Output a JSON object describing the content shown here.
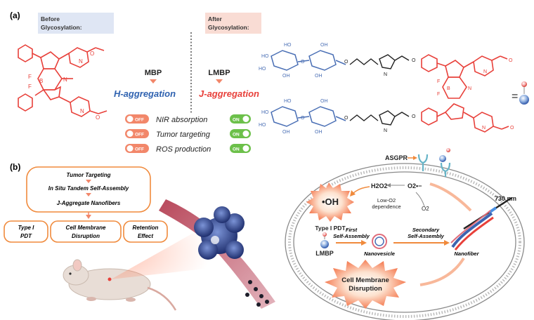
{
  "panel_a": {
    "label": "(a)",
    "before": "Before Glycosylation:",
    "before_line1": "Before",
    "before_line2": "Glycosylation:",
    "after_line1": "After",
    "after_line2": "Glycosylation:",
    "mbp": "MBP",
    "lmbp": "LMBP",
    "h_agg": "H-aggregation",
    "j_agg": "J-aggregation",
    "equals": "=",
    "atoms": {
      "f1": "F",
      "f2": "F",
      "b": "B",
      "n1": "N",
      "n2": "N",
      "n3": "N",
      "ho": "HO",
      "oh": "OH",
      "o": "O"
    },
    "toggles": [
      {
        "off": "OFF",
        "label": "NIR absorption",
        "on": "ON"
      },
      {
        "off": "OFF",
        "label": "Tumor targeting",
        "on": "ON"
      },
      {
        "off": "OFF",
        "label": "ROS production",
        "on": "ON"
      }
    ]
  },
  "panel_b": {
    "label": "(b)",
    "flow": {
      "box1": "Tumor Targeting",
      "box2": "In Situ Tandem Self-Assembly",
      "box3": "J-Aggregate Nanofibers",
      "out1_line1": "Type I",
      "out1_line2": "PDT",
      "out2_line1": "Cell Membrane",
      "out2_line2": "Disruption",
      "out3_line1": "Retention",
      "out3_line2": "Effect"
    },
    "cell": {
      "asgpr": "ASGPR",
      "laser": "730 nm",
      "oh": "•OH",
      "type1": "Type I PDT",
      "h2o2": "H2O2",
      "lowo2_1": "Low-O2",
      "lowo2_2": "dependence",
      "o2minus": "O2•−",
      "o2": "O2",
      "lmbp": "LMBP",
      "first1": "First",
      "first2": "Self-Assembly",
      "second1": "Secondary",
      "second2": "Self-Assembly",
      "nanovesicle": "Nanovesicle",
      "nanofiber": "Nanofiber",
      "membrane1": "Cell Membrane",
      "membrane2": "Disruption"
    }
  },
  "colors": {
    "red_struct": "#e8403a",
    "blue_struct": "#4a6fb5",
    "orange": "#f08a3c",
    "green": "#6cc04a",
    "h_blue": "#2f62b0",
    "j_red": "#e8403a"
  }
}
